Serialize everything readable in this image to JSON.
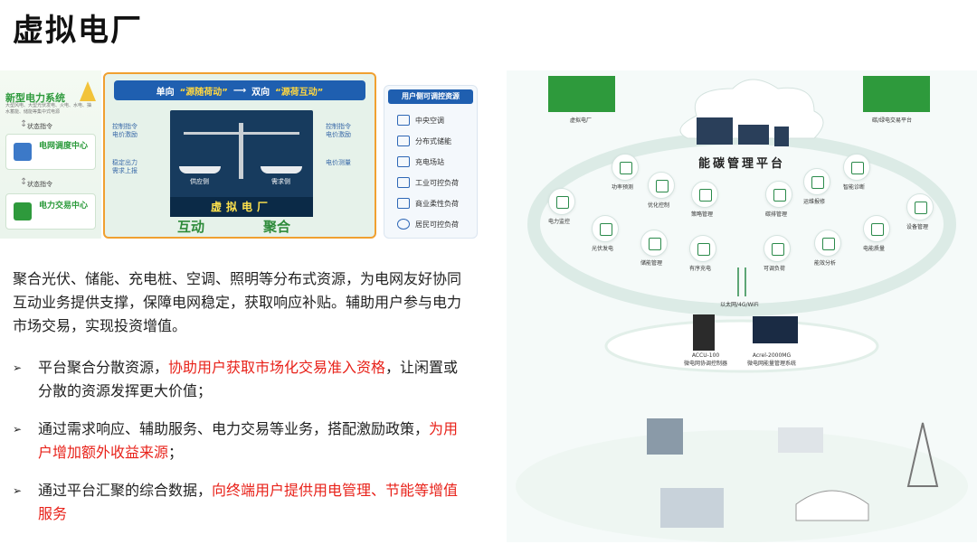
{
  "title": "虚拟电厂",
  "left_diagram": {
    "grid_system": {
      "title": "新型电力系统",
      "subtitle": "大型风电、大型光伏发电、火电、水电、抽水蓄能、储能等集中式电源"
    },
    "status_cmd_1": "状态指令",
    "status_cmd_2": "状态指令",
    "dispatch_center": "电网调度中心",
    "trade_center": "电力交易中心",
    "banner": {
      "left": "单向",
      "left_hl": "“源随荷动”",
      "arrow": "⟶",
      "right": "双向",
      "right_hl": "“源荷互动”"
    },
    "left_labels": {
      "control": "控制指令\n电价激励",
      "report": "稳定出力\n需求上报"
    },
    "right_labels": {
      "control": "控制指令\n电价激励",
      "measure": "电价测量"
    },
    "supply": "供应侧",
    "demand": "需求侧",
    "vpp": "虚拟电厂",
    "bottom_left": "互动",
    "bottom_right": "聚合",
    "user_side": {
      "title": "用户侧可调控资源",
      "items": [
        "中央空调",
        "分布式储能",
        "充电场站",
        "工业可控负荷",
        "商业柔性负荷",
        "居民可控负荷"
      ]
    }
  },
  "paragraph": "聚合光伏、储能、充电桩、空调、照明等分布式资源，为电网友好协同互动业务提供支撑，保障电网稳定，获取响应补贴。辅助用户参与电力市场交易，实现投资增值。",
  "bullets": [
    {
      "marker": "➢",
      "pre": "平台聚合分散资源，",
      "red": "协助用户获取市场化交易准入资格",
      "post": "，让闲置或分散的资源发挥更大价值；"
    },
    {
      "marker": "➢",
      "pre": "通过需求响应、辅助服务、电力交易等业务，搭配激励政策，",
      "red": "为用户增加额外收益来源",
      "post": "；"
    },
    {
      "marker": "➢",
      "pre": "通过平台汇聚的综合数据，",
      "red": "向终端用户提供用电管理、节能等增值服务",
      "post": ""
    }
  ],
  "right_diagram": {
    "vpp_label": "虚拟电厂",
    "trade_platform": "碳/绿电交易平台",
    "platform_title": "能碳管理平台",
    "functions": [
      "功率预测",
      "优化控制",
      "策略管理",
      "碳排管理",
      "运维报修",
      "智能诊断",
      "电力监控",
      "设备管理",
      "光伏发电",
      "储能管理",
      "有序充电",
      "可调负荷",
      "能效分析",
      "电能质量"
    ],
    "network": "以太网/4G/WiFi",
    "device1": "ACCU-100\n微电网协调控制器",
    "device2": "Acrel-2000MG\n微电网能量管理系统",
    "colors": {
      "green": "#2a8a4a",
      "blue": "#1f5fb0",
      "red": "#e8221a"
    }
  }
}
